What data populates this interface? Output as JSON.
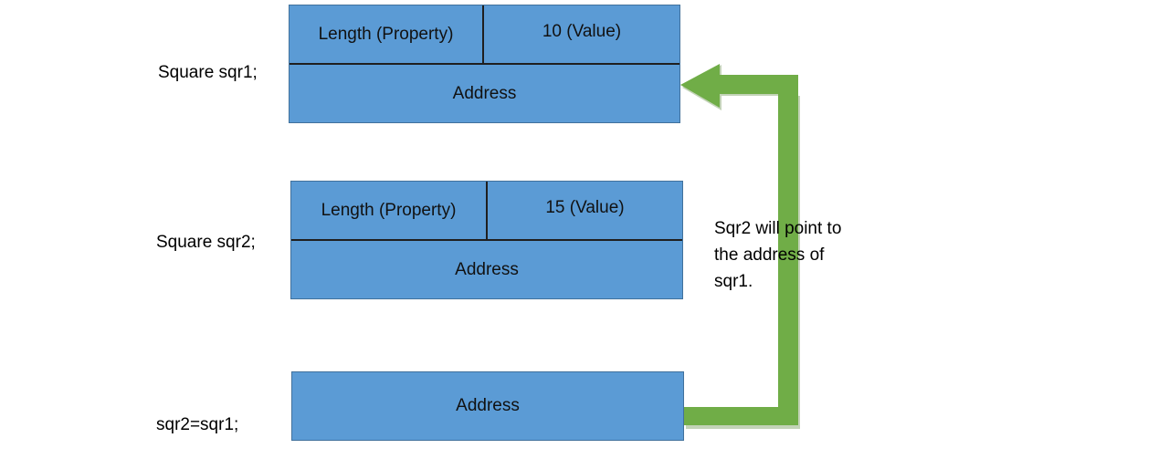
{
  "colors": {
    "box_fill": "#5b9bd5",
    "box_border": "#41719c",
    "divider": "#1f1f1f",
    "arrow_fill": "#70ad47",
    "arrow_shadow": "#548235"
  },
  "declarations": {
    "sqr1": "Square sqr1;",
    "sqr2": "Square sqr2;",
    "assign": "sqr2=sqr1;"
  },
  "sqr1_box": {
    "property": "Length (Property)",
    "value": "10 (Value)",
    "address": "Address"
  },
  "sqr2_box": {
    "property": "Length (Property)",
    "value": "15 (Value)",
    "address": "Address"
  },
  "assign_box": {
    "address": "Address"
  },
  "note": "Sqr2 will point to\nthe address of\nsqr1."
}
